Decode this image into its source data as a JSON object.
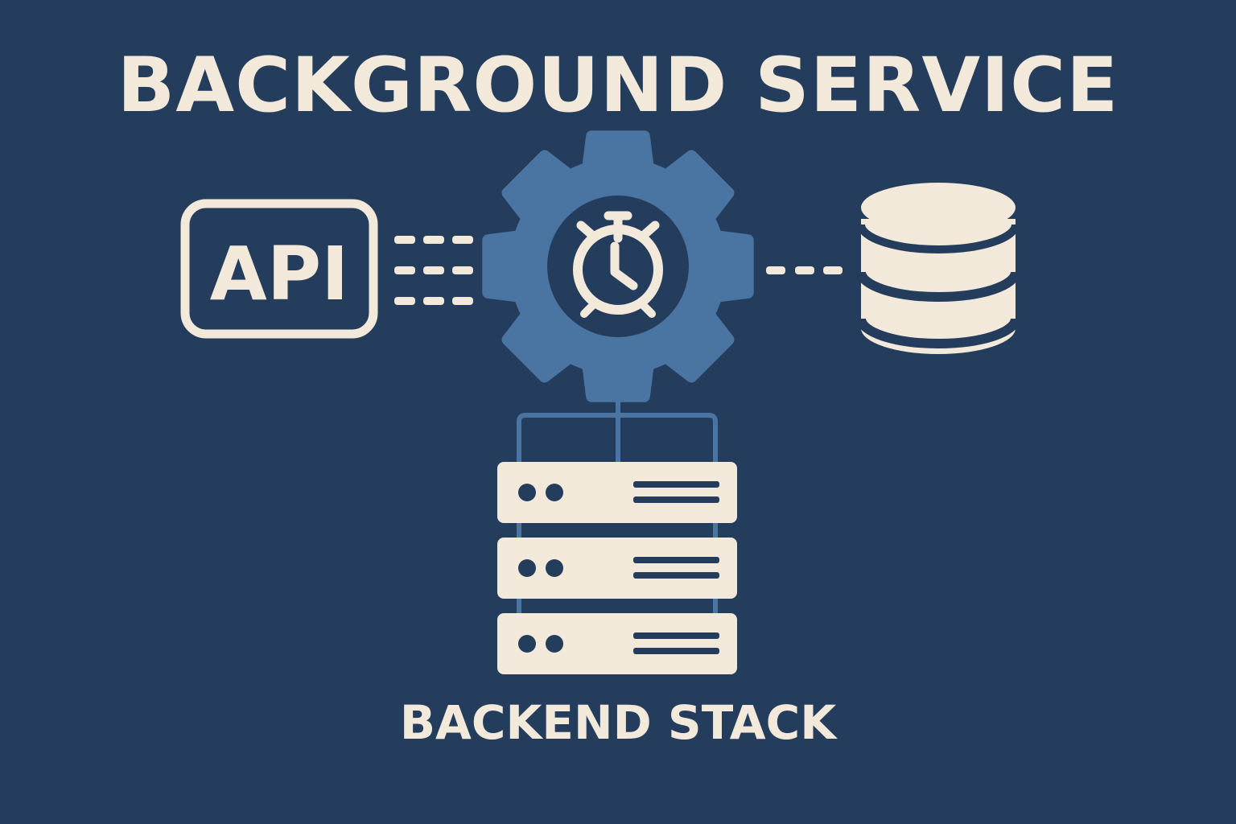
{
  "title": "BACKGROUND SERVICE",
  "subtitle": "BACKEND STACK",
  "nodes": {
    "api": {
      "label": "API",
      "icon": "api-box-icon"
    },
    "service": {
      "icon": "gear-alarm-clock-icon"
    },
    "database": {
      "icon": "database-icon"
    },
    "servers": {
      "icon": "server-stack-icon",
      "count": 3
    }
  },
  "colors": {
    "background": "#243d5c",
    "cream": "#f3e9da",
    "gear": "#4a75a3"
  },
  "connections": [
    {
      "from": "api",
      "to": "service",
      "style": "dashed-triple"
    },
    {
      "from": "service",
      "to": "database",
      "style": "dashed"
    },
    {
      "from": "service",
      "to": "servers",
      "style": "solid"
    }
  ]
}
